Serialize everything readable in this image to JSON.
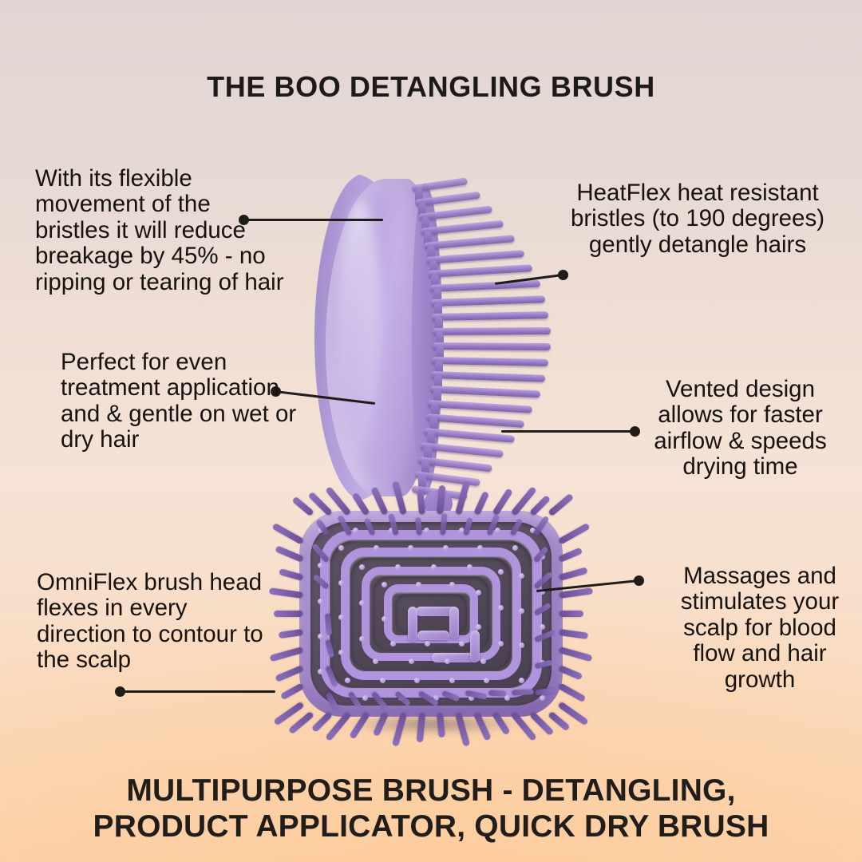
{
  "header": {
    "title": "THE BOO DETANGLING BRUSH"
  },
  "footer": {
    "tagline_line1": "MULTIPURPOSE BRUSH - DETANGLING,",
    "tagline_line2": "PRODUCT APPLICATOR, QUICK DRY BRUSH"
  },
  "callouts": {
    "flexible_movement": "With its flexible movement of the bristles it will reduce breakage by 45% - no ripping or tearing of hair",
    "even_treatment": "Perfect for even treatment application and & gentle on wet or dry hair",
    "omniflex": "OmniFlex brush head flexes in every direction to contour to the scalp",
    "heatflex": "HeatFlex heat resistant bristles (to 190 degrees) gently detangle hairs",
    "vented_design": "Vented design allows for faster airflow & speeds drying time",
    "massages": "Massages and stimulates your scalp for blood flow and hair growth"
  },
  "product": {
    "side_view_label": "detangling brush side profile with bristle rows",
    "top_view_label": "detangling brush head top view with vented maze pattern"
  },
  "colors": {
    "brush_body": "#b49bd8",
    "brush_bristle": "#7d5fa8",
    "vent_dark": "#4f4557",
    "text": "#16120f",
    "leader_line": "#201c1a",
    "bg_top": "#e1d5d3",
    "bg_bottom": "#fbd3ac"
  }
}
